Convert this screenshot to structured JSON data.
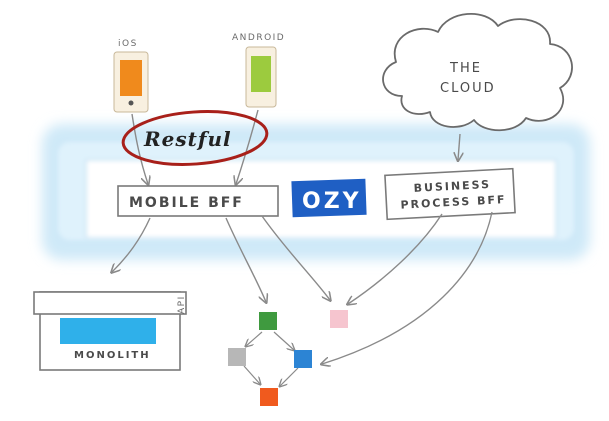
{
  "devices": {
    "ios": {
      "label": "iOS",
      "color": "#f08a1c"
    },
    "android": {
      "label": "ANDROID",
      "color": "#9ccb3e"
    }
  },
  "cloud": {
    "line1": "THE",
    "line2": "CLOUD"
  },
  "restful_label": "Restful",
  "mobile_bff_label": "MOBILE BFF",
  "ozy_label": "OZY",
  "business_bff": {
    "line1": "BUSINESS",
    "line2": "PROCESS BFF"
  },
  "monolith": {
    "label": "MONOLITH",
    "api_label": "API",
    "fill_color": "#2fb0ea"
  },
  "services": [
    {
      "name": "green",
      "color": "#3f9a3f"
    },
    {
      "name": "pink",
      "color": "#f6c5cf"
    },
    {
      "name": "gray",
      "color": "#b7b7b7"
    },
    {
      "name": "blue",
      "color": "#2c84d4"
    },
    {
      "name": "orange",
      "color": "#f05a1e"
    }
  ],
  "colors": {
    "band": "#cfe9f8",
    "ozy_background": "#1f5fc4",
    "restful_circle": "#a8201a",
    "sketch_line": "#8a8a8a"
  }
}
